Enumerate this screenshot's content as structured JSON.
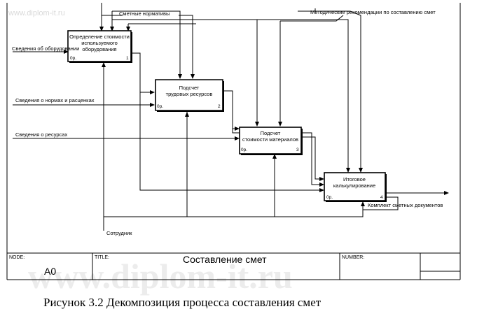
{
  "watermark": {
    "top": "www.diplom-it.ru",
    "big": "www.diplom-it.ru"
  },
  "boxes": [
    {
      "id": "b1",
      "lines": [
        "Определение стоимости",
        "используемого",
        "оборудования"
      ],
      "cost": "0р.",
      "num": "1"
    },
    {
      "id": "b2",
      "lines": [
        "Подсчет",
        "трудовых ресурсов"
      ],
      "cost": "0р.",
      "num": "2"
    },
    {
      "id": "b3",
      "lines": [
        "Подсчет",
        "стоимости материалов"
      ],
      "cost": "0р.",
      "num": "3"
    },
    {
      "id": "b4",
      "lines": [
        "Итоговое",
        "калькулирование"
      ],
      "cost": "0р.",
      "num": "4"
    }
  ],
  "arrows": {
    "in_equipment": "Сведения об оборудовании",
    "in_norms": "Сведения о нормах и расценках",
    "in_resources": "Сведения о ресурсах",
    "ctrl_normatives": "Сметные нормативы",
    "ctrl_methods": "Методические рекомендации по составлению смет",
    "mech_employee": "Сотрудник",
    "out_docs": "Комплект сметных документов"
  },
  "frame": {
    "node_label": "NODE:",
    "node_value": "A0",
    "title_label": "TITLE:",
    "title_value": "Составление  смет",
    "number_label": "NUMBER:"
  },
  "caption": "Рисунок 3.2 Декомпозиция процесса составления смет"
}
